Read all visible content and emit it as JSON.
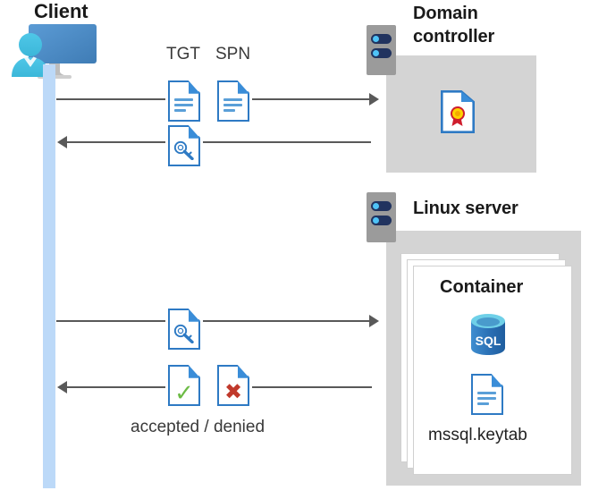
{
  "diagram": {
    "title": "Kerberos authentication flow between client, domain controller and Linux server container",
    "background": "#ffffff"
  },
  "client": {
    "title": "Client",
    "icon": "client-computer-icon",
    "lifeline_color": "#bcd9f8"
  },
  "domain_controller": {
    "title": "Domain controller",
    "server_icon": "server-rack-icon",
    "panel_color": "#d4d4d4",
    "contents": [
      {
        "icon": "certificate-document-icon",
        "label": ""
      }
    ]
  },
  "linux_server": {
    "title": "Linux server",
    "server_icon": "server-rack-icon",
    "panel_color": "#d4d4d4",
    "container": {
      "title": "Container",
      "stack_count": 3,
      "items": [
        {
          "icon": "sql-database-icon",
          "label": "SQL"
        },
        {
          "icon": "document-icon",
          "label": "mssql.keytab"
        }
      ]
    }
  },
  "messages": [
    {
      "id": "request-tgt-spn",
      "direction": "right",
      "from": "client",
      "to": "domain_controller",
      "labels": [
        "TGT",
        "SPN"
      ],
      "icons": [
        "document-icon",
        "document-icon"
      ]
    },
    {
      "id": "service-ticket-returned",
      "direction": "left",
      "from": "domain_controller",
      "to": "client",
      "labels": [],
      "icons": [
        "key-document-icon"
      ]
    },
    {
      "id": "present-ticket",
      "direction": "right",
      "from": "client",
      "to": "linux_server",
      "labels": [],
      "icons": [
        "key-document-icon"
      ]
    },
    {
      "id": "auth-result",
      "direction": "left",
      "from": "linux_server",
      "to": "client",
      "labels": [
        "accepted / denied"
      ],
      "icons": [
        "accepted-document-icon",
        "denied-document-icon"
      ]
    }
  ],
  "labels": {
    "tgt": "TGT",
    "spn": "SPN",
    "accepted_denied": "accepted / denied",
    "keytab": "mssql.keytab",
    "container": "Container",
    "sql": "SQL"
  },
  "colors": {
    "accent_blue": "#2e7ac4",
    "fold_blue": "#3a8dd8",
    "panel_gray": "#d4d4d4",
    "rack_gray": "#9b9b9b",
    "rack_bar_navy": "#21335f",
    "rack_dot_cyan": "#4fc3f7",
    "lifeline_blue": "#bcd9f8",
    "arrow_gray": "#595959",
    "check_green": "#6cbb45",
    "cross_red": "#c0392b",
    "cert_gold": "#ffd400",
    "cert_red": "#cf1d2d",
    "sql_blue": "#2a6fb4"
  }
}
